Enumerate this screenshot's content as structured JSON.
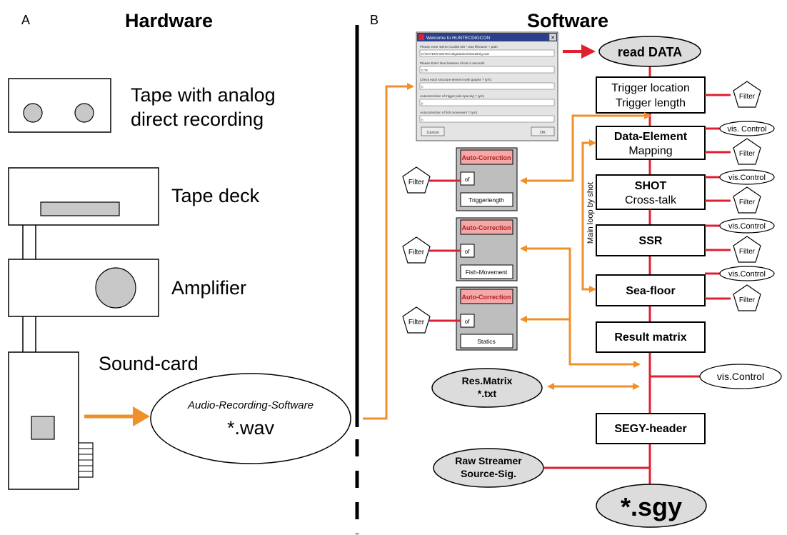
{
  "panel_a": {
    "letter": "A",
    "title": "Hardware",
    "tape_label_1": "Tape with analog",
    "tape_label_2": "direct recording",
    "tapedeck_label": "Tape deck",
    "amplifier_label": "Amplifier",
    "soundcard_label": "Sound-card",
    "software_oval_1": "Audio-Recording-Software",
    "software_oval_2": "*.wav"
  },
  "panel_b": {
    "letter": "B",
    "title": "Software",
    "read_data": "read DATA",
    "trigger_1": "Trigger location",
    "trigger_2": "Trigger length",
    "data_element_1": "Data-Element",
    "data_element_2": "Mapping",
    "shot_1": "SHOT",
    "shot_2": "Cross-talk",
    "ssr": "SSR",
    "sea_floor": "Sea-floor",
    "result_matrix": "Result matrix",
    "segy_header": "SEGY-header",
    "res_matrix_1": "Res.Matrix",
    "res_matrix_2": "*.txt",
    "raw_streamer_1": "Raw Streamer",
    "raw_streamer_2": "Source-Sig.",
    "sgy": "*.sgy",
    "loop_label": "Main loop by shot",
    "filter": "Filter",
    "vis_control_a": "vis. Control",
    "vis_control_b": "vis.Control",
    "auto_correction": "Auto-Correction",
    "of": "of",
    "triggerlength": "Triggerlength",
    "fish_movement": "Fish-Movement",
    "statics": "Statics"
  },
  "dialog": {
    "title": "Welcome to HUNTECDIGCON",
    "close": "✕",
    "q1": "Please enter stereo Coolkit MS *.wav filename + path",
    "a1": "D:\\DATEN\\HUNTEC\\digdata\\test\\M11B\\rig.wav",
    "q2": "Please Enter time between shots in seconds",
    "a2": "0.75",
    "q3": "Check each structure element with graphs ? (y/n)",
    "a3": "n",
    "q4": "Autocorrection of trigger puls spacing ? (y/n)",
    "a4": "y",
    "q5": "Autocorrection of fish movement ? (y/n)",
    "a5": "n",
    "cancel": "Cancel",
    "ok": "OK"
  },
  "colors": {
    "orange": "#F0902A",
    "red": "#E02030",
    "oval_gray": "#DCDCDC",
    "pink": "#F4A8A8",
    "box_gray": "#BEBEBE"
  }
}
